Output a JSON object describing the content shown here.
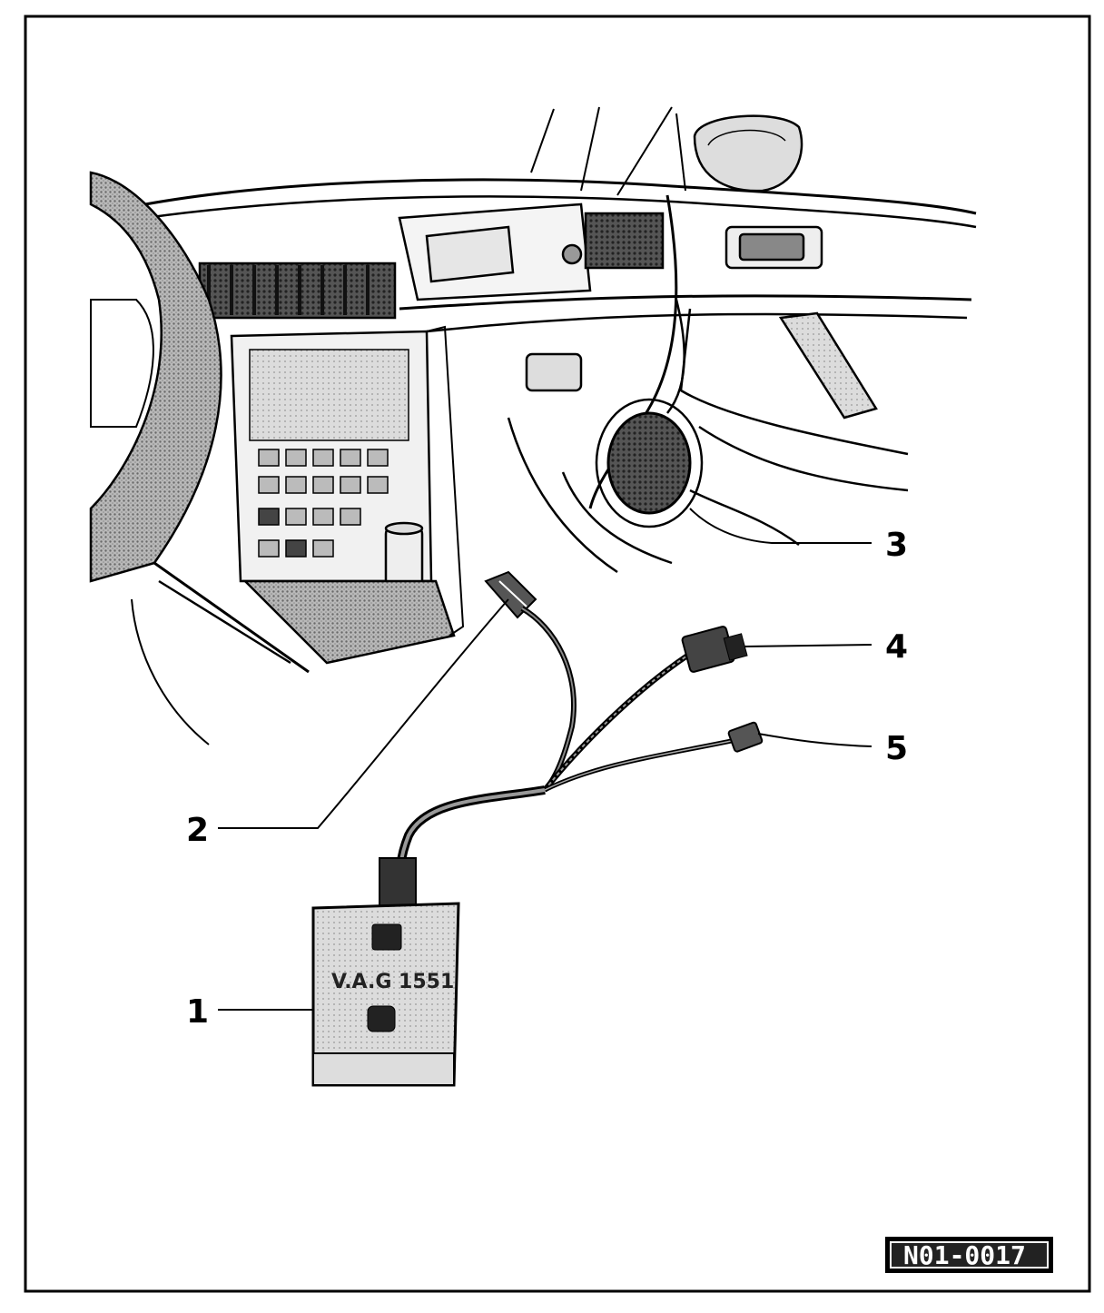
{
  "callouts": [
    {
      "id": "1",
      "label": "1"
    },
    {
      "id": "2",
      "label": "2"
    },
    {
      "id": "3",
      "label": "3"
    },
    {
      "id": "4",
      "label": "4"
    },
    {
      "id": "5",
      "label": "5"
    }
  ],
  "tool": {
    "name": "V.A.G 1551"
  },
  "figure_code": "N01-0017",
  "colors": {
    "ink": "#000000",
    "paper": "#ffffff",
    "shade": "#9a9a9a",
    "dark": "#3a3a3a"
  }
}
